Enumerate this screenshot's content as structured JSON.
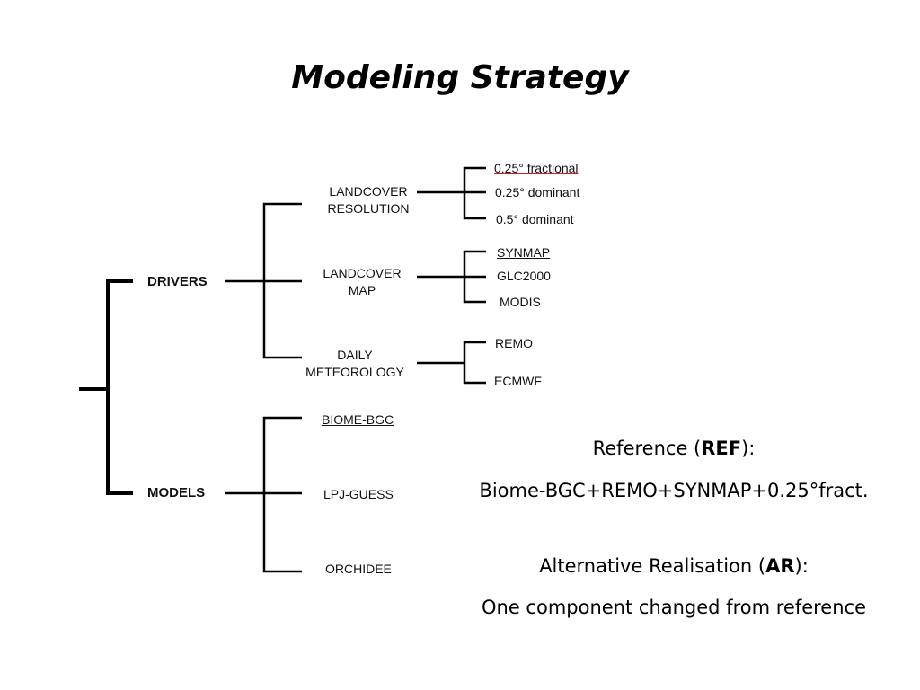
{
  "title": "Modeling Strategy",
  "tree": {
    "drivers": {
      "label": "DRIVERS",
      "landcover_resolution": {
        "label_line1": "LANDCOVER",
        "label_line2": "RESOLUTION",
        "options": [
          "0.25° fractional",
          "0.25° dominant",
          "0.5° dominant"
        ]
      },
      "landcover_map": {
        "label_line1": "LANDCOVER",
        "label_line2": "MAP",
        "options": [
          "SYNMAP",
          "GLC2000",
          "MODIS"
        ]
      },
      "daily_meteorology": {
        "label_line1": "DAILY",
        "label_line2": "METEOROLOGY",
        "options": [
          "REMO",
          "ECMWF"
        ]
      }
    },
    "models": {
      "label": "MODELS",
      "options": [
        "BIOME-BGC",
        "LPJ-GUESS",
        "ORCHIDEE"
      ]
    }
  },
  "notes": {
    "reference_prefix": "Reference (",
    "reference_abbr": "REF",
    "reference_suffix": "):",
    "reference_value": "Biome-BGC+REMO+SYNMAP+0.25°fract.",
    "alt_prefix": "Alternative Realisation (",
    "alt_abbr": "AR",
    "alt_suffix": "):",
    "alt_value": "One component changed from reference"
  }
}
